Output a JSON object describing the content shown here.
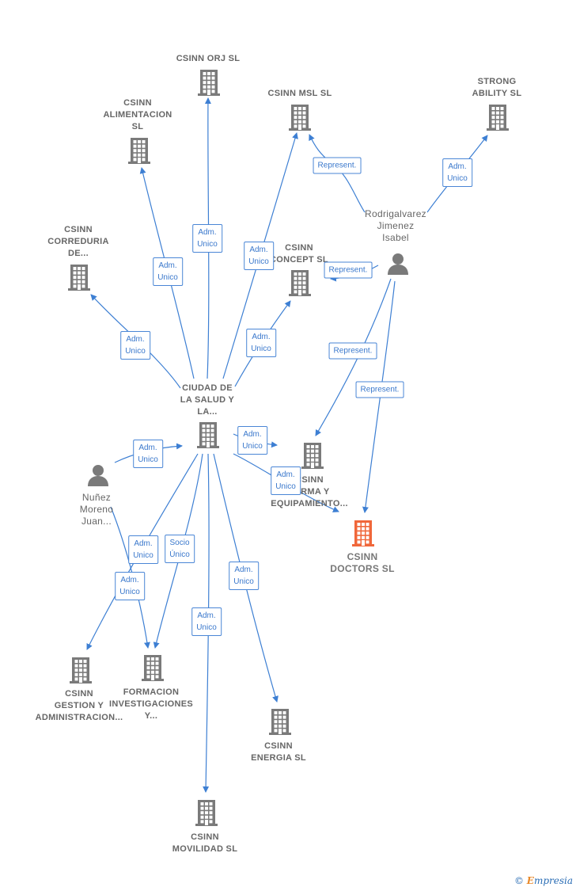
{
  "colors": {
    "edge": "#3d7fd3",
    "company": "#7a7a7a",
    "focus_company": "#f0673a",
    "person": "#7a7a7a"
  },
  "nodes": [
    {
      "id": "csinn_orj",
      "kind": "company",
      "label": "CSINN ORJ  SL"
    },
    {
      "id": "csinn_msl",
      "kind": "company",
      "label": "CSINN MSL  SL"
    },
    {
      "id": "strong_ability",
      "kind": "company",
      "label": "STRONG\nABILITY  SL"
    },
    {
      "id": "csinn_alimentacion",
      "kind": "company",
      "label": "CSINN\nALIMENTACION\nSL"
    },
    {
      "id": "csinn_correduria",
      "kind": "company",
      "label": "CSINN\nCORREDURIA\nDE..."
    },
    {
      "id": "csinn_concept",
      "kind": "company",
      "label": "CSINN\nCONCEPT  SL"
    },
    {
      "id": "rodrigalvarez",
      "kind": "person",
      "label": "Rodrigalvarez\nJimenez\nIsabel"
    },
    {
      "id": "ciudad_salud",
      "kind": "company",
      "label": "CIUDAD DE\nLA SALUD Y\nLA..."
    },
    {
      "id": "nunez",
      "kind": "person",
      "label": "Nuñez\nMoreno\nJuan..."
    },
    {
      "id": "csinn_farma",
      "kind": "company",
      "label": "CSINN\nFARMA Y\nEQUIPAMIENTO..."
    },
    {
      "id": "csinn_doctors",
      "kind": "focus",
      "label": "CSINN\nDOCTORS  SL"
    },
    {
      "id": "csinn_gestion",
      "kind": "company",
      "label": "CSINN\nGESTION Y\nADMINISTRACION..."
    },
    {
      "id": "formacion",
      "kind": "company",
      "label": "FORMACION\nINVESTIGACIONES\nY..."
    },
    {
      "id": "csinn_energia",
      "kind": "company",
      "label": "CSINN\nENERGIA  SL"
    },
    {
      "id": "csinn_movilidad",
      "kind": "company",
      "label": "CSINN\nMOVILIDAD  SL"
    }
  ],
  "edges": [
    {
      "id": "e_orj",
      "from": "ciudad_salud",
      "to": "csinn_orj",
      "label": "Adm.\nUnico"
    },
    {
      "id": "e_alim",
      "from": "ciudad_salud",
      "to": "csinn_alimentacion",
      "label": "Adm.\nUnico"
    },
    {
      "id": "e_corr",
      "from": "ciudad_salud",
      "to": "csinn_correduria",
      "label": "Adm.\nUnico"
    },
    {
      "id": "e_msl",
      "from": "ciudad_salud",
      "to": "csinn_msl",
      "label": "Adm.\nUnico"
    },
    {
      "id": "e_concept",
      "from": "ciudad_salud",
      "to": "csinn_concept",
      "label": "Adm.\nUnico"
    },
    {
      "id": "e_rep_msl",
      "from": "rodrigalvarez",
      "to": "csinn_msl",
      "label": "Represent."
    },
    {
      "id": "e_strong",
      "from": "rodrigalvarez",
      "to": "strong_ability",
      "label": "Adm.\nUnico"
    },
    {
      "id": "e_rep_concept",
      "from": "rodrigalvarez",
      "to": "csinn_concept",
      "label": "Represent."
    },
    {
      "id": "e_rep_farma",
      "from": "rodrigalvarez",
      "to": "csinn_farma",
      "label": "Represent."
    },
    {
      "id": "e_rep_doctors",
      "from": "rodrigalvarez",
      "to": "csinn_doctors",
      "label": "Represent."
    },
    {
      "id": "e_nunez",
      "from": "nunez",
      "to": "ciudad_salud",
      "label": "Adm.\nUnico"
    },
    {
      "id": "e_farma",
      "from": "ciudad_salud",
      "to": "csinn_farma",
      "label": "Adm.\nUnico"
    },
    {
      "id": "e_doctors",
      "from": "ciudad_salud",
      "to": "csinn_doctors",
      "label": "Adm.\nUnico"
    },
    {
      "id": "e_gestion",
      "from": "ciudad_salud",
      "to": "csinn_gestion",
      "label": "Adm.\nUnico"
    },
    {
      "id": "e_formacion",
      "from": "ciudad_salud",
      "to": "formacion",
      "label": "Socio\nÚnico"
    },
    {
      "id": "e_nunez_formacion",
      "from": "nunez",
      "to": "formacion",
      "label": "Adm.\nUnico"
    },
    {
      "id": "e_energia",
      "from": "ciudad_salud",
      "to": "csinn_energia",
      "label": "Adm.\nUnico"
    },
    {
      "id": "e_movilidad",
      "from": "ciudad_salud",
      "to": "csinn_movilidad",
      "label": "Adm.\nUnico"
    }
  ],
  "credit": {
    "copyright": "©",
    "brand_initial": "E",
    "brand_rest": "mpresia"
  }
}
